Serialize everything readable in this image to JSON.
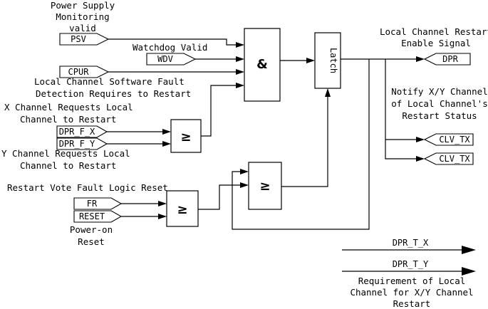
{
  "inputs": {
    "psv": "PSV",
    "wdv": "WDV",
    "cpur": "CPUR",
    "dpr_f_x": "DPR_F_X",
    "dpr_f_y": "DPR_F_Y",
    "fr": "FR",
    "reset": "RESET"
  },
  "outputs": {
    "dpr": "DPR",
    "clv_tx_1": "CLV_TX",
    "clv_tx_2": "CLV_TX",
    "dpr_t_x": "DPR_T_X",
    "dpr_t_y": "DPR_T_Y"
  },
  "blocks": {
    "and": "&",
    "latch": "Latch",
    "or_xy": "≥",
    "or_reset": "≥",
    "or_final": "≥"
  },
  "labels": {
    "psv": [
      "Power Supply",
      "Monitoring",
      "valid"
    ],
    "wdv": [
      "Watchdog Valid"
    ],
    "cpur": [
      "Local Channel Software Fault",
      "Detection Requires to Restart"
    ],
    "x_req": [
      "X Channel Requests Local",
      "Channel to Restart"
    ],
    "y_req": [
      "Y Channel Requests Local",
      "Channel to Restart"
    ],
    "restart_vote": [
      "Restart Vote Fault Logic Reset"
    ],
    "power_on": [
      "Power-on",
      "Reset"
    ],
    "dpr": [
      "Local Channel Restart",
      "Enable Signal"
    ],
    "notify": [
      "Notify X/Y Channel",
      "of Local Channel's",
      "Restart Status"
    ],
    "requirement": [
      "Requirement of Local",
      "Channel for X/Y Channel",
      "Restart"
    ]
  }
}
